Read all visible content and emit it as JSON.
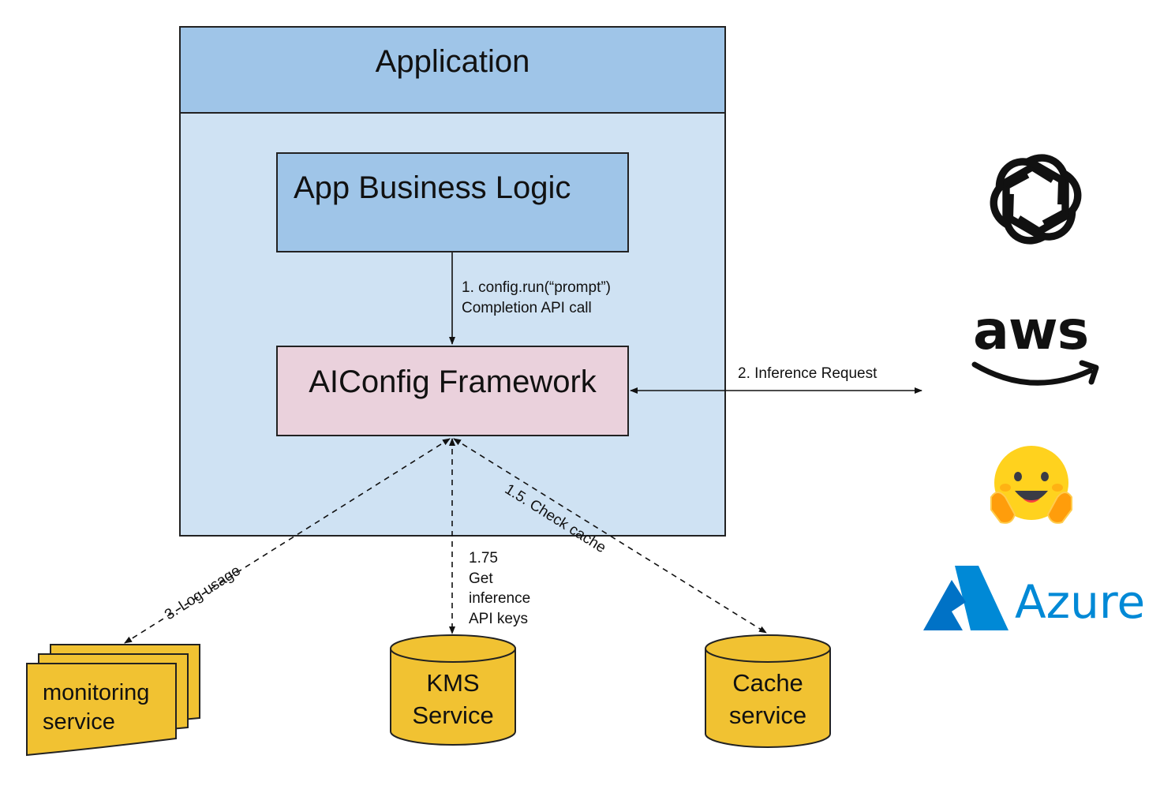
{
  "application": {
    "title": "Application"
  },
  "business_logic": {
    "label": "App Business Logic"
  },
  "framework": {
    "label": "AIConfig Framework"
  },
  "edges": {
    "run_call": [
      "1. config.run(“prompt”)",
      "Completion API call"
    ],
    "inference_request": "2. Inference Request",
    "check_cache": "1.5. Check cache",
    "get_keys": [
      "1.75",
      "Get",
      "inference",
      "API keys"
    ],
    "log_usage": "3. Log usage"
  },
  "services": {
    "monitoring": [
      "monitoring",
      "service"
    ],
    "kms": [
      "KMS",
      "Service"
    ],
    "cache": [
      "Cache",
      "service"
    ]
  },
  "providers": [
    {
      "name": "OpenAI",
      "icon": "openai-logo-icon"
    },
    {
      "name": "aws",
      "icon": "aws-logo-icon"
    },
    {
      "name": "Hugging Face",
      "icon": "hugging-face-emoji-icon"
    },
    {
      "name": "Azure",
      "icon": "azure-logo-icon"
    }
  ],
  "colors": {
    "app_header": "#9fc5e8",
    "app_body": "#cfe2f3",
    "framework": "#ead1dc",
    "storage": "#f1c232",
    "azure": "#0089d6",
    "hugging_face": "#ffd21e"
  }
}
